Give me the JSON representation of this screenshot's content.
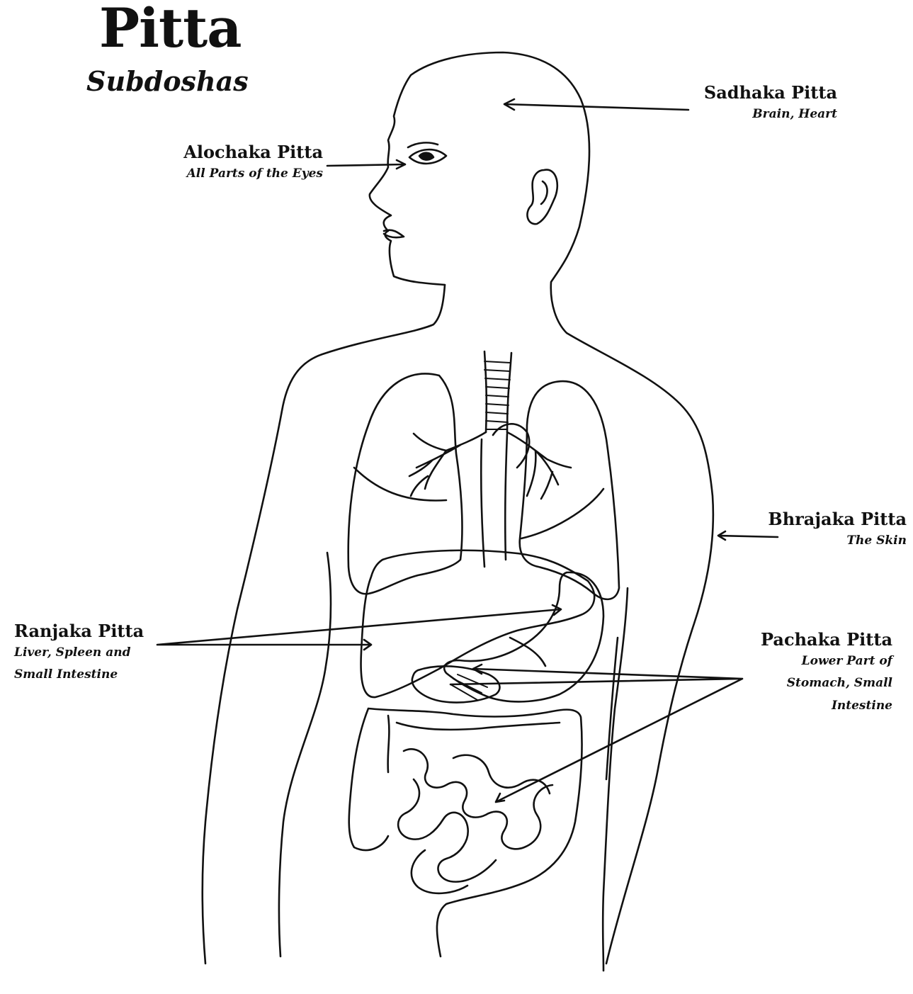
{
  "title": "Pitta",
  "subtitle": "Subdoshas",
  "labels": {
    "sadhaka": {
      "name": "Sadhaka Pitta",
      "location": "Brain, Heart"
    },
    "alochaka": {
      "name": "Alochaka Pitta",
      "location": "All Parts of the Eyes"
    },
    "bhrajaka": {
      "name": "Bhrajaka Pitta",
      "location": "The Skin"
    },
    "ranjaka": {
      "name": "Ranjaka Pitta",
      "location": "Liver, Spleen and\nSmall Intestine"
    },
    "pachaka": {
      "name": "Pachaka Pitta",
      "location": "Lower Part of\nStomach, Small\nIntestine"
    }
  },
  "colors": {
    "ink": "#111111",
    "background": "#ffffff"
  }
}
